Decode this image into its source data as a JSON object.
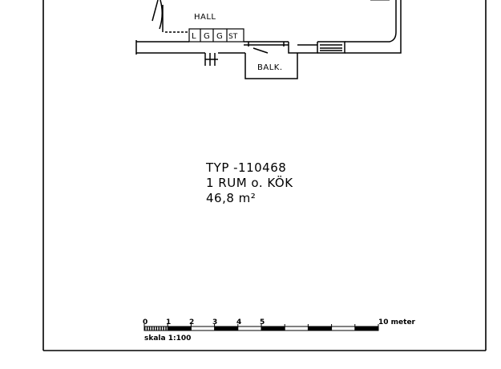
{
  "rooms": {
    "hall": "HALL",
    "balcony": "BALK.",
    "closets": [
      "L",
      "G",
      "G",
      "ST"
    ]
  },
  "apartment": {
    "type_code": "TYP -110468",
    "description": "1 RUM o. KÖK",
    "area": "46,8 m²"
  },
  "scale_bar": {
    "ticks": [
      "0",
      "1",
      "2",
      "3",
      "4",
      "5"
    ],
    "end_label": "10 meter",
    "scale_text": "skala 1:100"
  }
}
